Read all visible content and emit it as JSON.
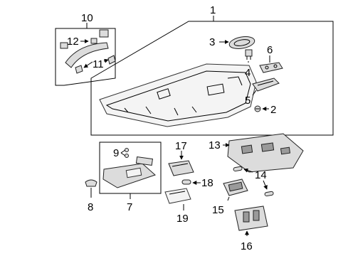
{
  "callouts": {
    "c1": "1",
    "c2": "2",
    "c3": "3",
    "c4": "4",
    "c5": "5",
    "c6": "6",
    "c7": "7",
    "c8": "8",
    "c9": "9",
    "c10": "10",
    "c11": "11",
    "c12": "12",
    "c13": "13",
    "c14": "14",
    "c15": "15",
    "c16": "16",
    "c17": "17",
    "c18": "18",
    "c19": "19"
  },
  "icons": {
    "arrow": "arrow-icon"
  }
}
